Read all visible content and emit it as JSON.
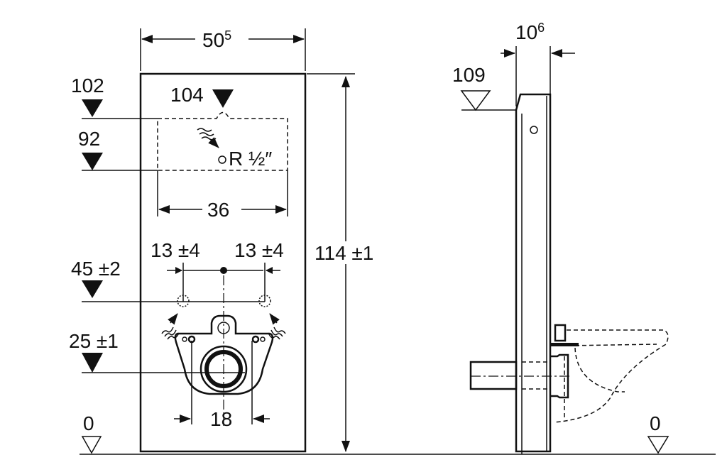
{
  "front_view": {
    "width_main": "50",
    "width_sup": "5",
    "height": "114 ±1",
    "level_102": "102",
    "level_104": "104",
    "level_92": "92",
    "connection": "R ½″",
    "width_36": "36",
    "offset_left": "13 ±4",
    "offset_right": "13 ±4",
    "level_45": "45 ±2",
    "level_25": "25 ±1",
    "width_18": "18",
    "level_0": "0"
  },
  "side_view": {
    "depth_main": "10",
    "depth_sup": "6",
    "level_109": "109",
    "level_0": "0"
  }
}
